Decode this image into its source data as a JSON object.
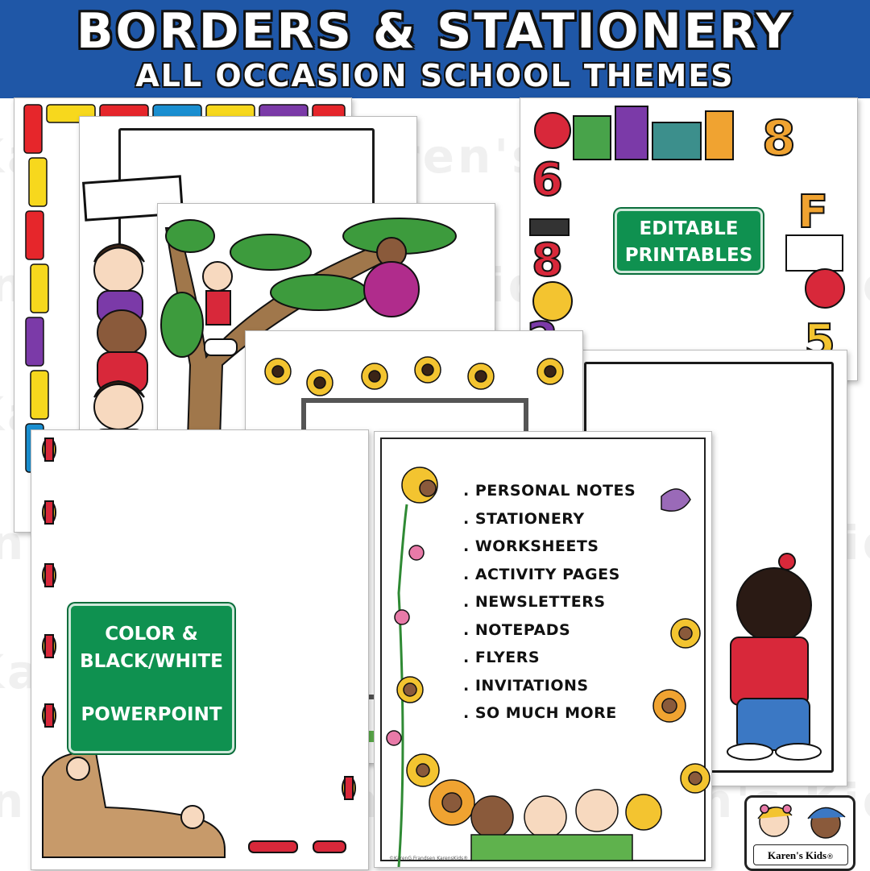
{
  "header": {
    "title": "BORDERS & STATIONERY",
    "subtitle": "ALL OCCASION SCHOOL THEMES"
  },
  "watermark": "Karen's Kids",
  "badges": {
    "editable": [
      "EDITABLE",
      "PRINTABLES"
    ],
    "color": [
      "COLOR &",
      "BLACK/WHITE",
      "POWERPOINT"
    ]
  },
  "uses": [
    "PERSONAL NOTES",
    "STATIONERY",
    "WORKSHEETS",
    "ACTIVITY PAGES",
    "NEWSLETTERS",
    "NOTEPADS",
    "FLYERS",
    "INVITATIONS",
    "SO MUCH MORE"
  ],
  "logo": {
    "text": "Karen's Kids",
    "mark": "®"
  },
  "copyright": "©KarenG.Frandsen KarensKids®",
  "colors": {
    "header": "#1f57a7",
    "badge": "#0f9150"
  }
}
